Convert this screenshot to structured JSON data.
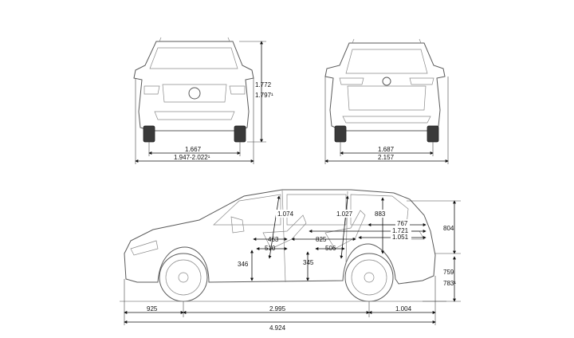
{
  "front_view": {
    "height": "1.772",
    "height_alt": "1.797¹",
    "track": "1.667",
    "width": "1.947-2.022¹"
  },
  "rear_view": {
    "track": "1.687",
    "width_mirrors": "2.157"
  },
  "side_view": {
    "headroom_front": "1.074",
    "headroom_rear": "1.027",
    "headroom_third": "883",
    "legroom_front": "463",
    "seat_depth_front": "510",
    "legroom_second": "825",
    "seat_depth_second": "506",
    "floor_height_front": "346",
    "floor_height_second": "345",
    "load_length_1": "767",
    "load_length_2": "1.721",
    "load_length_3": "1.051",
    "load_height_upper": "804",
    "sill_height": "759",
    "sill_height_alt": "783¹",
    "front_overhang": "925",
    "wheelbase": "2.995",
    "rear_overhang": "1.004",
    "length": "4.924"
  }
}
